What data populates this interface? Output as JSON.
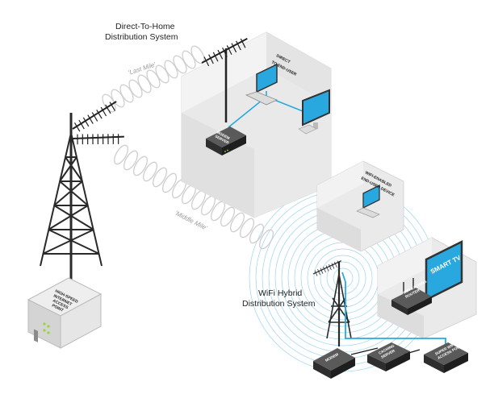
{
  "labels": {
    "dth_line1": "Direct-To-Home",
    "dth_line2": "Distribution System",
    "last_mile": "'Last Mile'",
    "middle_mile": "'Middle Mile'",
    "direct_line1": "DIRECT",
    "direct_line2": "TO END-USER",
    "modem_server_line1": "MODEM",
    "modem_server_line2": "SERVER",
    "wifi_device_line1": "WIFI-ENABLED",
    "wifi_device_line2": "END-USER DEVICE",
    "smart_tv": "SMART TV",
    "wifi_caching_line1": "WIFI CACHING",
    "wifi_caching_line2": "ROUTER",
    "wifi_hybrid_line1": "WiFi Hybrid",
    "wifi_hybrid_line2": "Distribution System",
    "modem": "MODEM",
    "caching_line1": "CACHING",
    "caching_line2": "SERVER",
    "super_wifi_line1": "SUPER WIFI",
    "super_wifi_line2": "ACCESS POINT",
    "hs_line1": "HIGH-SPEED",
    "hs_line2": "INTERNET",
    "hs_line3": "ACCESS",
    "hs_line4": "POINT"
  },
  "colors": {
    "link": "#29a8e0",
    "wifi_ring": "#8fd0ee",
    "device_dark": "#333333",
    "house_light": "#eeeeee",
    "house_dark": "#d9d9d9"
  },
  "icons": [
    "yagi-antenna-icon",
    "lattice-tower-icon",
    "house-icon",
    "laptop-icon",
    "desktop-monitor-icon",
    "router-icon",
    "server-box-icon",
    "tv-icon"
  ]
}
